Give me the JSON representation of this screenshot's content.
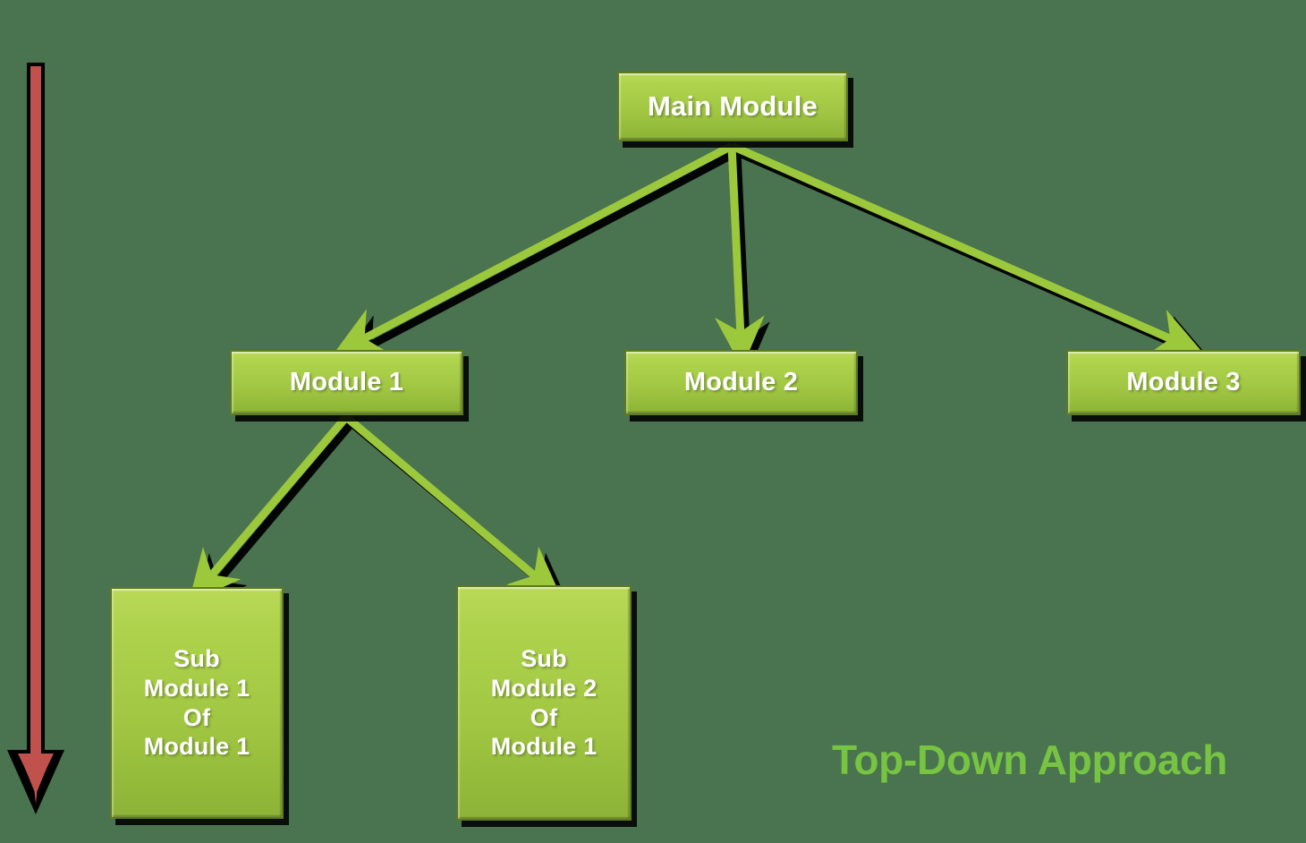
{
  "diagram": {
    "title_caption": "Top-Down Approach",
    "background_color": "#4a7350",
    "box_fill_top": "#b9d957",
    "box_fill_bottom": "#8cb237",
    "box_border_color": "#5d7a1f",
    "box_text_color": "#ffffff",
    "connector_color": "#9cc83c",
    "connector_shadow_color": "#000000",
    "caption_color": "#76c442",
    "flow_arrow_color": "#c0514d",
    "flow_arrow_outline": "#000000"
  },
  "nodes": {
    "main": {
      "label": "Main Module"
    },
    "module1": {
      "label": "Module 1"
    },
    "module2": {
      "label": "Module 2"
    },
    "module3": {
      "label": "Module 3"
    },
    "sub_module1": {
      "label": "Sub\nModule 1\nOf\nModule 1"
    },
    "sub_module2": {
      "label": "Sub\nModule 2\nOf\nModule 1"
    }
  },
  "edges": [
    {
      "from": "Main Module",
      "to": "Module 1"
    },
    {
      "from": "Main Module",
      "to": "Module 2"
    },
    {
      "from": "Main Module",
      "to": "Module 3"
    },
    {
      "from": "Module 1",
      "to": "Sub Module 1 Of Module 1"
    },
    {
      "from": "Module 1",
      "to": "Sub Module 2 Of Module 1"
    }
  ],
  "flow_indicator": {
    "name": "top-down-direction-arrow",
    "direction": "down"
  }
}
